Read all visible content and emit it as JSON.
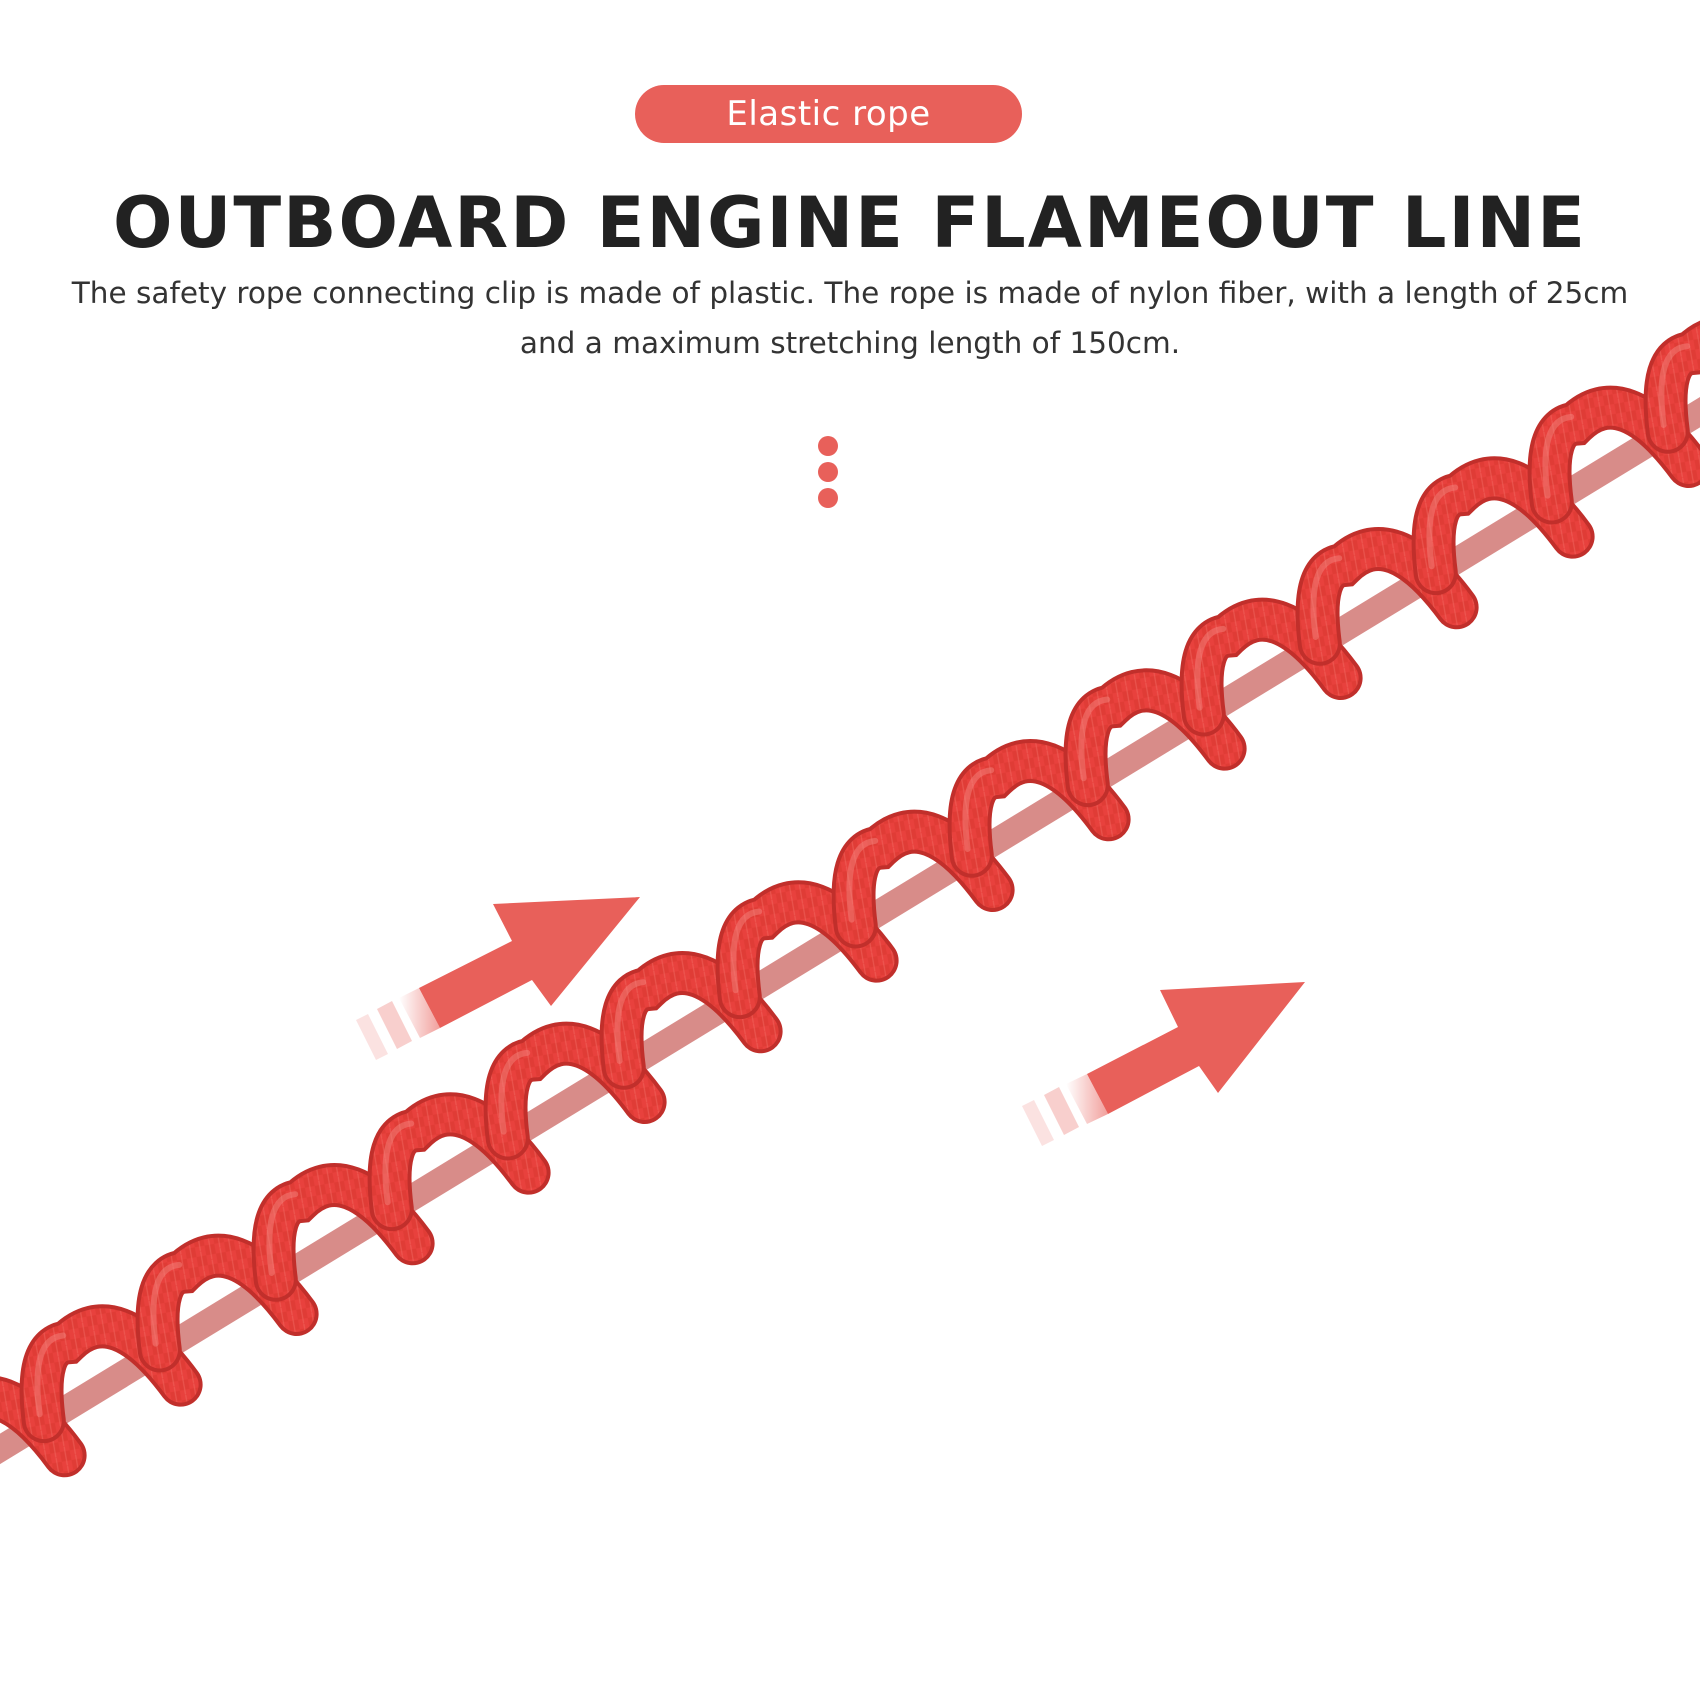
{
  "badge": {
    "label": "Elastic rope"
  },
  "heading": {
    "title": "OUTBOARD ENGINE FLAMEOUT LINE",
    "description": "The safety rope connecting clip is made of plastic. The rope is made of nylon fiber, with a length of 25cm and a maximum stretching length of 150cm."
  },
  "colors": {
    "accent": "#e8605a",
    "rope": "#e8413d",
    "rope_highlight": "#f26a62",
    "rope_shadow": "#c12f2b",
    "title_text": "#222222",
    "body_text": "#333333"
  },
  "icons": {
    "dots": "three-vertical-dots",
    "arrows": "direction-arrow"
  }
}
